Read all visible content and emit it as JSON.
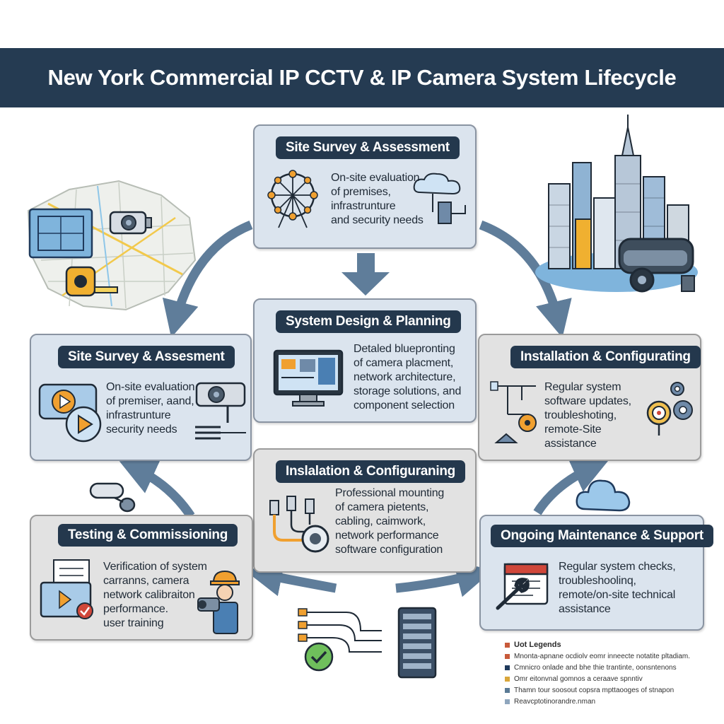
{
  "title": "New York Commercial IP CCTV & IP Camera System Lifecycle",
  "stages": {
    "top": {
      "title": "Site Survey & Assessment",
      "text": "On-site evaluation\nof premises,\ninfrastrunture\nand security needs"
    },
    "left": {
      "title": "Site Survey & Assesment",
      "text": "On-site evaluation\nof premiser, aand,\ninfrastrunture\nsecurity needs"
    },
    "center": {
      "title": "System Design & Planning",
      "text": "Detaled bluepronting\nof camera placment,\nnetwork architecture,\nstorage solutions, and\ncomponent selection"
    },
    "right": {
      "title": "Installation & Configurating",
      "text": "Regular system\nsoftware updates,\ntroubleshoting,\nremote-Site\nassistance"
    },
    "install": {
      "title": "Inslalation & Configuraning",
      "text": "Professional mounting\nof camera pietents,\ncabling, caimwork,\nnetwork performance\nsoftware configuration"
    },
    "testing": {
      "title": "Testing & Commissioning",
      "text": "Verification of system\ncarranns, camera\nnetwork calibraiton\nperformance.\nuser training"
    },
    "maintenance": {
      "title": "Ongoing Maintenance & Support",
      "text": "Regular system checks,\ntroubleshoolinq,\nremote/on-site technical\nassistance"
    }
  },
  "legend": {
    "title": "Uot Legends",
    "items": [
      {
        "text": "Mnonta-apnane ocdiolv eomr inneecte notatite pltadiam.",
        "color": "#c85a3a"
      },
      {
        "text": "Cmnicro onlade and bhe thie trantinte, oonsntenons",
        "color": "#1f3a5c"
      },
      {
        "text": "Omr eitonvnal gomnos a ceraave spnntiv",
        "color": "#d9a63a"
      },
      {
        "text": "Thamn tour soosout copsra mpttaooges of stnapon",
        "color": "#5a7a95"
      },
      {
        "text": "Reavcptotinorandre.nman",
        "color": "#8fa6bd"
      }
    ]
  },
  "icons": [
    "ferris-wheel-icon",
    "cloud-icon",
    "server-icon",
    "monitor-icon",
    "play-icon",
    "security-camera-icon",
    "cable-icon",
    "gear-icon",
    "calendar-icon",
    "wrench-icon",
    "checkmark-icon",
    "rack-icon",
    "map-icon",
    "tape-measure-icon",
    "city-skyline-icon",
    "technician-icon",
    "document-icon"
  ],
  "colors": {
    "header": "#253b52",
    "pill": "#24384d",
    "panel": "#dbe4ee",
    "panel_gray": "#e2e2e2",
    "arrow": "#5f7d9a",
    "accent_orange": "#f0a030",
    "accent_red": "#d0473a",
    "accent_green": "#3b9a4a"
  }
}
